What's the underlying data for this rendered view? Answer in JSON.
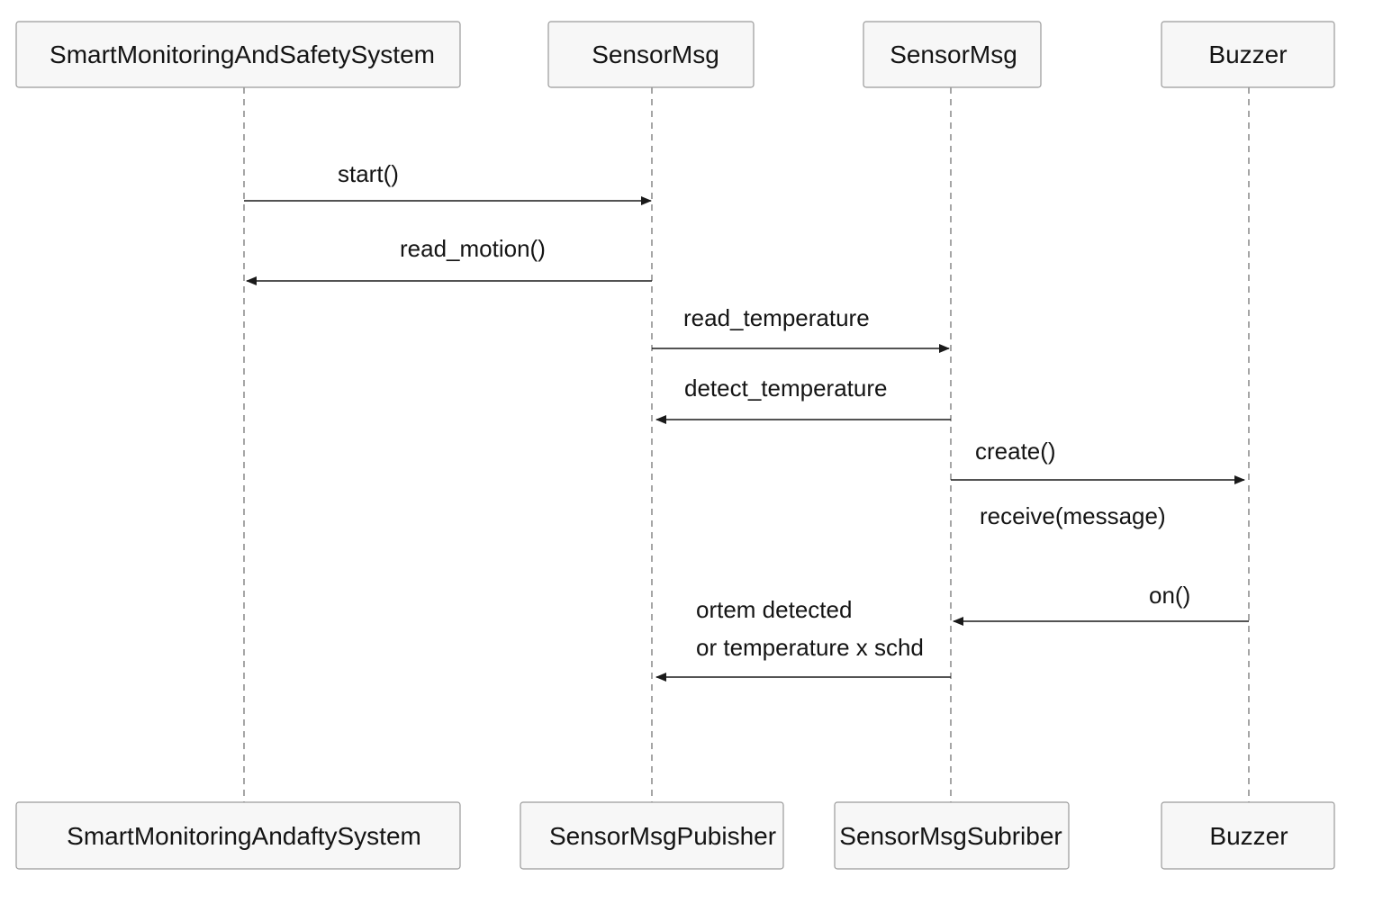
{
  "participants_top": [
    {
      "id": "p1",
      "label": "SmartMonitoringAndSafetySystem"
    },
    {
      "id": "p2",
      "label": "SensorMsg"
    },
    {
      "id": "p3",
      "label": "SensorMsg"
    },
    {
      "id": "p4",
      "label": "Buzzer"
    }
  ],
  "participants_bottom": [
    {
      "id": "p1",
      "label": "SmartMonitoringAndaftySystem"
    },
    {
      "id": "p2",
      "label": "SensorMsgPubisher"
    },
    {
      "id": "p3",
      "label": "SensorMsgSubriber"
    },
    {
      "id": "p4",
      "label": "Buzzer"
    }
  ],
  "messages": [
    {
      "from": "p1",
      "to": "p2",
      "label": "start()"
    },
    {
      "from": "p2",
      "to": "p1",
      "label": "read_motion()"
    },
    {
      "from": "p2",
      "to": "p3",
      "label": "read_temperature"
    },
    {
      "from": "p3",
      "to": "p2",
      "label": "detect_temperature"
    },
    {
      "from": "p3",
      "to": "p4",
      "label": "create()"
    },
    {
      "from": "p3",
      "to": "p4",
      "label": "receive(message)"
    },
    {
      "from": "p4",
      "to": "p3",
      "label": "on()"
    },
    {
      "from": "p3",
      "to": "p2",
      "label": "ortem detected"
    },
    {
      "from": "p3",
      "to": "p2",
      "label": "or temperature x schd"
    }
  ]
}
